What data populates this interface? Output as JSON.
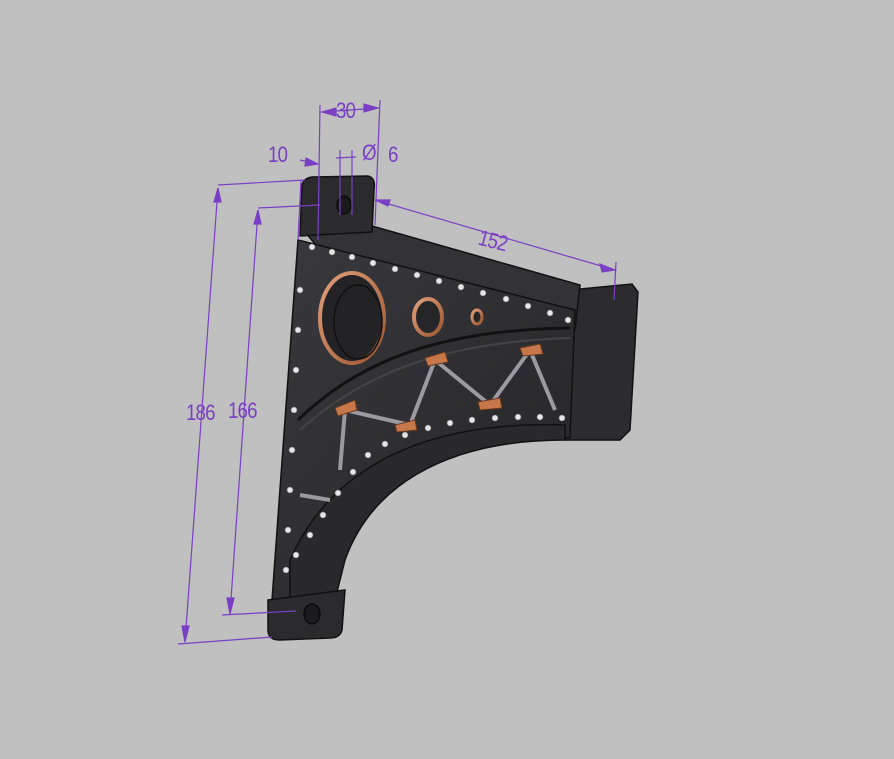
{
  "viewport": {
    "background": "#c0c0c0",
    "model": "wall-bracket",
    "model_color": "#2e2e31",
    "accent_copper": "#c7784a",
    "dimension_color": "#7a3fc4"
  },
  "dimensions": {
    "width_top": "30",
    "offset_left": "10",
    "hole_diameter_symbol": "Ø",
    "hole_diameter": "6",
    "arm_length": "152",
    "height_outer": "186",
    "height_inner": "166"
  }
}
